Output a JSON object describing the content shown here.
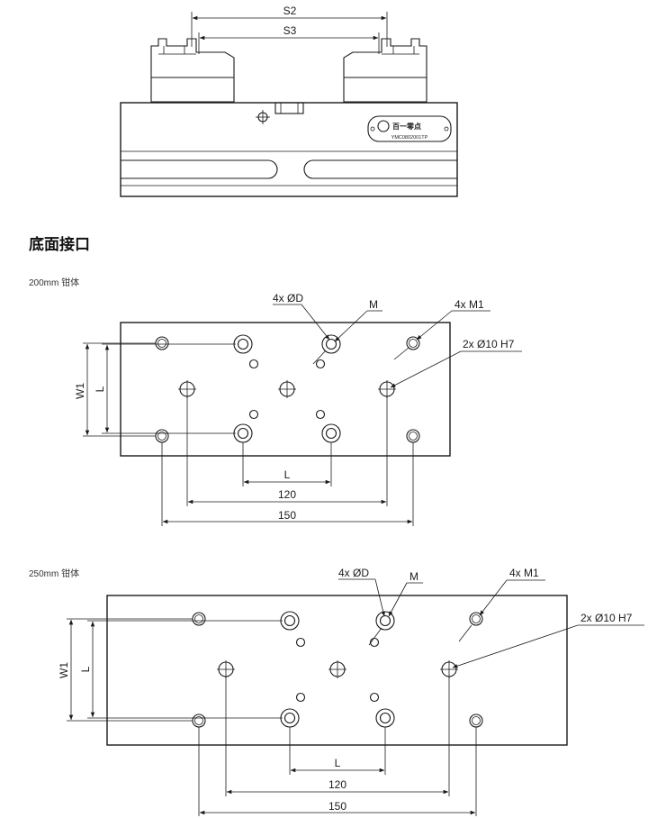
{
  "top_view": {
    "s2_label": "S2",
    "s3_label": "S3",
    "logo_text": "百一零点",
    "model_text": "YMC0802001TP"
  },
  "section_heading": "底面接口",
  "drawing_200": {
    "caption": "200mm 钳体",
    "callout_d": "4x ØD",
    "callout_m": "M",
    "callout_m1": "4x M1",
    "callout_pin": "2x Ø10 H7",
    "dim_w1": "W1",
    "dim_l_vertical": "L",
    "dim_l": "L",
    "dim_120": "120",
    "dim_150": "150"
  },
  "drawing_250": {
    "caption": "250mm 钳体",
    "callout_d": "4x ØD",
    "callout_m": "M",
    "callout_m1": "4x M1",
    "callout_pin": "2x Ø10 H7",
    "dim_w1": "W1",
    "dim_l_vertical": "L",
    "dim_l": "L",
    "dim_120": "120",
    "dim_150": "150"
  }
}
